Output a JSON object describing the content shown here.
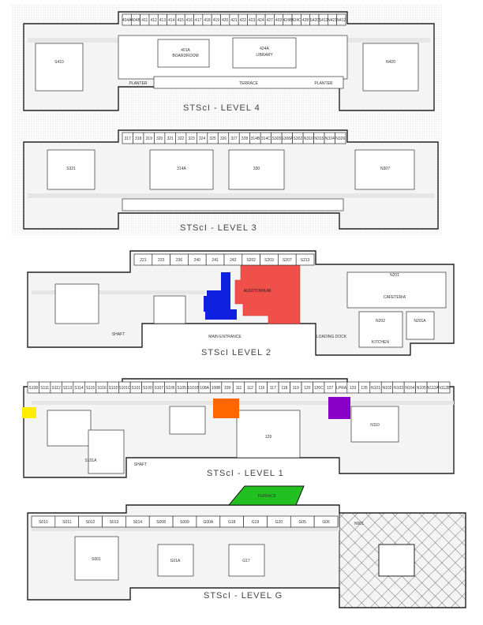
{
  "floors": [
    {
      "title": "STScI  -  LEVEL 4",
      "rooms": [
        "404A",
        "404B",
        "411",
        "412",
        "413",
        "414",
        "415",
        "416",
        "417",
        "418",
        "419",
        "420",
        "421",
        "422",
        "423",
        "424",
        "427",
        "403",
        "401A",
        "BOARDROOM",
        "424A",
        "LIBRARY",
        "424B",
        "424C",
        "428",
        "TERRACE",
        "PLANTER",
        "PLANTER",
        "S410",
        "S420",
        "S412",
        "N420",
        "N421",
        "N412"
      ]
    },
    {
      "title": "STScI  -  LEVEL 3",
      "rooms": [
        "317",
        "318",
        "319",
        "320",
        "321",
        "322",
        "323",
        "324",
        "325",
        "326",
        "327",
        "328",
        "330",
        "314A",
        "314B",
        "314C",
        "S305",
        "S308A",
        "S321",
        "S302",
        "N307",
        "N310",
        "N315",
        "N324",
        "N326"
      ]
    },
    {
      "title": "STScI    LEVEL 2",
      "rooms": [
        "AUDITORIUM",
        "MAIN ENTRANCE",
        "221",
        "233",
        "236",
        "240",
        "241",
        "242",
        "N201",
        "CAFETERIA",
        "N202",
        "KITCHEN",
        "N201A",
        "LOADING DOCK",
        "SHAFT",
        "S202",
        "S203",
        "S207",
        "S213"
      ]
    },
    {
      "title": "STScI  -  LEVEL 1",
      "rooms": [
        "S108",
        "S111",
        "S112",
        "S113",
        "S114",
        "S115",
        "S116",
        "S102",
        "S101C",
        "S101",
        "S101A",
        "S100",
        "S107",
        "S106",
        "S105",
        "S101B",
        "108A",
        "108B",
        "109",
        "111",
        "112",
        "116",
        "117",
        "118",
        "119",
        "120",
        "126C",
        "127",
        "LPRA",
        "129",
        "133",
        "135",
        "N101",
        "N102",
        "N103",
        "N104",
        "N105",
        "N110",
        "N112A",
        "N112B",
        "SHAFT"
      ]
    },
    {
      "title": "STScI  -  LEVEL G",
      "rooms": [
        "TERRACE",
        "S010",
        "S011",
        "S012",
        "S013",
        "S014",
        "S008",
        "S009",
        "S001",
        "G00A",
        "G01A",
        "G17",
        "G18",
        "G19",
        "G20",
        "G05",
        "G06",
        "N001"
      ]
    }
  ],
  "highlights": {
    "auditorium": "#f0504a",
    "main_entrance_area": "#1020e0",
    "level1_yellow": "#ffee00",
    "level1_orange": "#ff6600",
    "level1_purple": "#8a00c8",
    "terrace": "#22c020"
  }
}
